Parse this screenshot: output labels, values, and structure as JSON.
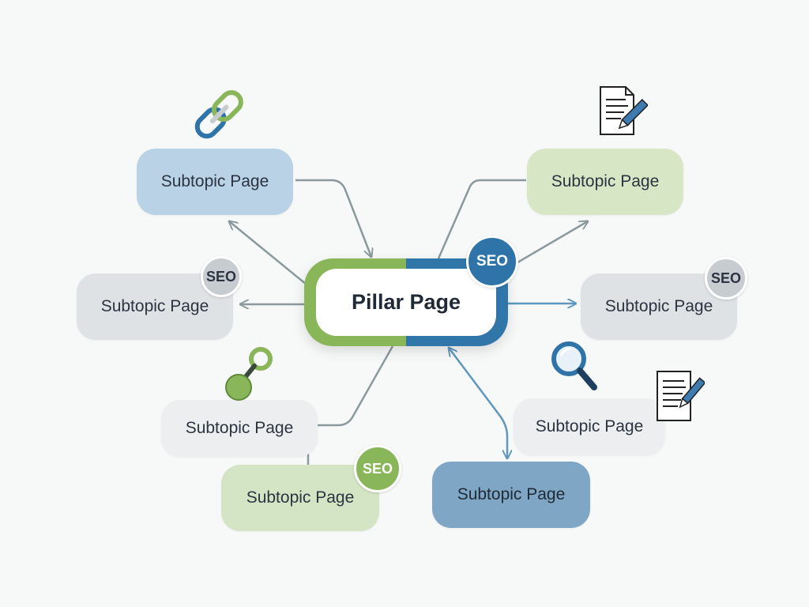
{
  "pillar": {
    "label": "Pillar Page"
  },
  "subtopics": [
    {
      "label": "Subtopic Page"
    },
    {
      "label": "Subtopic Page"
    },
    {
      "label": "Subtopic Page"
    },
    {
      "label": "Subtopic Page"
    },
    {
      "label": "Subtopic Page"
    },
    {
      "label": "Subtopic Page"
    },
    {
      "label": "Subtopic Page"
    },
    {
      "label": "Subtopic Page"
    }
  ],
  "badges": {
    "seo_text": "SEO"
  },
  "colors": {
    "green_accent": "#8ab65a",
    "blue_accent": "#3076a9",
    "grey_badge": "#c7ccd1",
    "connector_grey": "#8a9a9c",
    "connector_blue": "#5f97be"
  },
  "icons": [
    "chain-link-icon",
    "document-pencil-icon",
    "link-key-icon",
    "magnifier-icon",
    "document-pencil-icon"
  ]
}
